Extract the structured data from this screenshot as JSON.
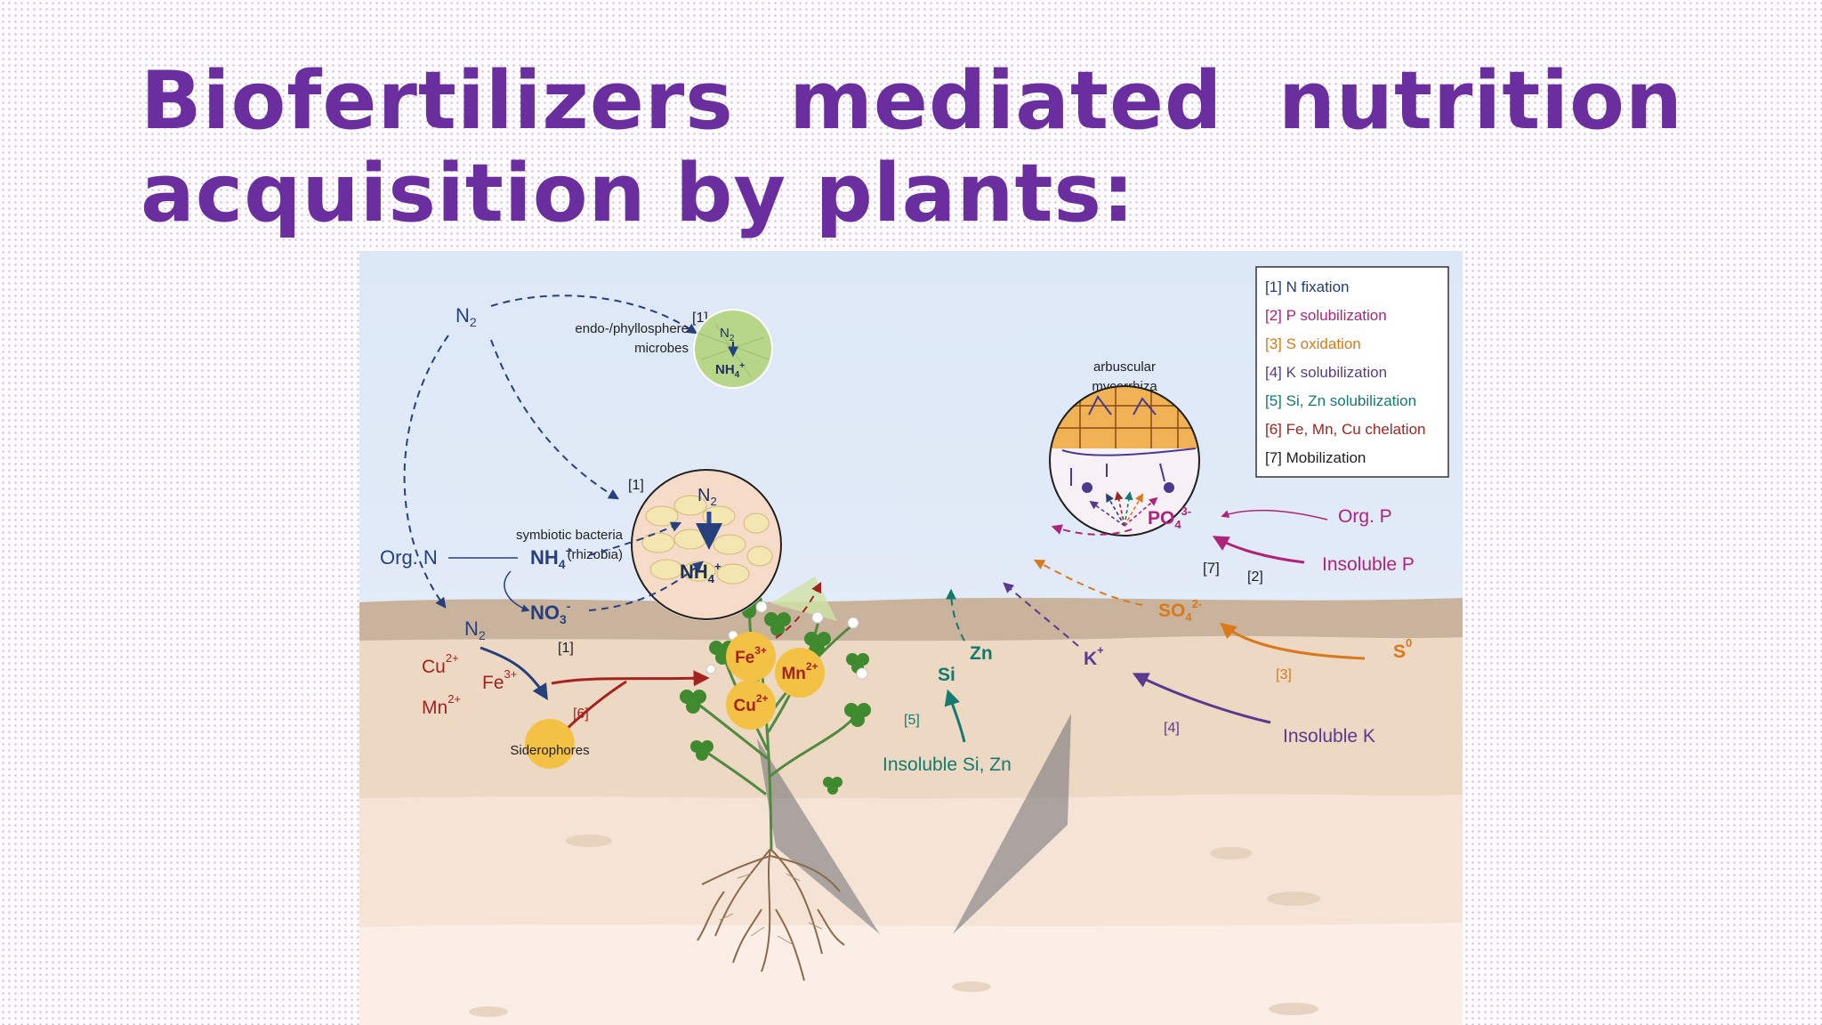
{
  "slide": {
    "title_line1_words": [
      "Biofertilizers",
      "mediated",
      "nutrition"
    ],
    "title_line2": "acquisition by plants:",
    "title_color": "#6a2e9e"
  },
  "diagram": {
    "legend": [
      {
        "text": "[1] N fixation",
        "color": "#1f3c7a"
      },
      {
        "text": "[2] P solubilization",
        "color": "#b0237a"
      },
      {
        "text": "[3] S oxidation",
        "color": "#d9791a"
      },
      {
        "text": "[4] K solubilization",
        "color": "#5a3a8f"
      },
      {
        "text": "[5] Si, Zn solubilization",
        "color": "#137a6e"
      },
      {
        "text": "[6] Fe, Mn, Cu chelation",
        "color": "#a3231f"
      },
      {
        "text": "[7] Mobilization",
        "color": "#222222"
      }
    ],
    "air": {
      "n2": "N",
      "n2_sub": "2",
      "ref1": "[1]",
      "endo_label_1": "endo-/phyllosphere",
      "endo_label_2": "microbes",
      "symbiotic_label_1": "symbiotic bacteria",
      "symbiotic_label_2": "(rhizobia)",
      "mycorrhiza_label_1": "arbuscular",
      "mycorrhiza_label_2": "mycorrhiza",
      "ref7": "[7]"
    },
    "nodule": {
      "n2": "N",
      "n2_sub": "2",
      "nh4": "NH",
      "nh4_sub": "4",
      "nh4_sup": "+"
    },
    "leaf_bubble": {
      "n2": "N",
      "n2_sub": "2",
      "nh4": "NH",
      "nh4_sub": "4",
      "nh4_sup": "+"
    },
    "soil": {
      "n2": "N",
      "n2_sub": "2",
      "ref1": "[1]",
      "org_n": "Org. N",
      "nh4": "NH",
      "nh4_sub": "4",
      "nh4_sup": "+",
      "no3": "NO",
      "no3_sub": "3",
      "no3_sup": "-",
      "po4": "PO",
      "po4_sub": "4",
      "po4_sup": "3-",
      "org_p": "Org. P",
      "insoluble_p": "Insoluble P",
      "ref2": "[2]",
      "so4": "SO",
      "so4_sub": "4",
      "so4_sup": "2-",
      "s0": "S",
      "s0_sup": "0",
      "ref3": "[3]",
      "k": "K",
      "k_sup": "+",
      "insoluble_k": "Insoluble K",
      "ref4": "[4]",
      "si": "Si",
      "zn": "Zn",
      "ref5": "[5]",
      "insoluble_si_zn": "Insoluble Si, Zn",
      "cu": "Cu",
      "cu_sup": "2+",
      "fe": "Fe",
      "fe_sup": "3+",
      "mn": "Mn",
      "mn_sup": "2+",
      "ref6": "[6]",
      "siderophores": "Siderophores",
      "fe_chel": "Fe",
      "fe_chel_sup": "3+",
      "mn_chel": "Mn",
      "mn_chel_sup": "2+",
      "cu_chel": "Cu",
      "cu_chel_sup": "2+"
    }
  }
}
